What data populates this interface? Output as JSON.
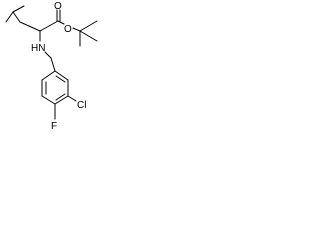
{
  "molecule": {
    "atoms": {
      "carbonyl_oxygen": "O",
      "ester_oxygen": "O",
      "amine": "HN",
      "chlorine": "Cl",
      "fluorine": "F"
    },
    "colors": {
      "bond": "#000000",
      "label": "#000000",
      "background": "#ffffff"
    }
  }
}
